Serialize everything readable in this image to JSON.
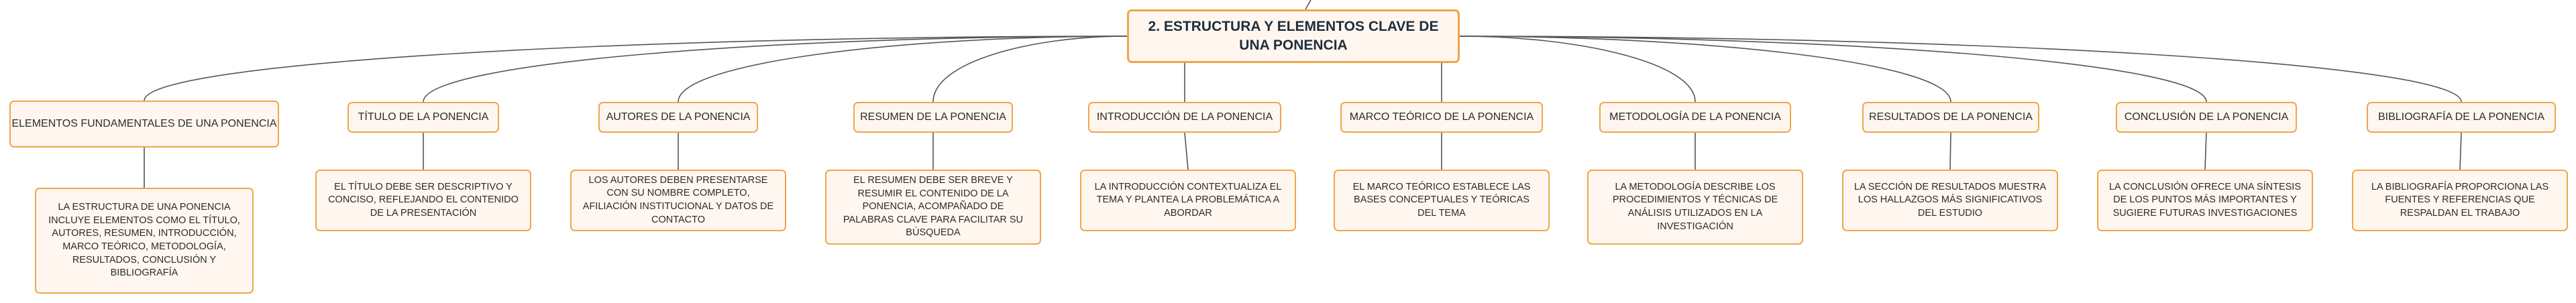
{
  "root": {
    "title": "2. ESTRUCTURA Y ELEMENTOS CLAVE DE UNA PONENCIA"
  },
  "colors": {
    "border": "#f0a54a",
    "fill": "#fff7ef",
    "line": "#555555"
  },
  "branches": [
    {
      "title": "ELEMENTOS FUNDAMENTALES DE UNA PONENCIA",
      "detail": "LA ESTRUCTURA DE UNA PONENCIA INCLUYE ELEMENTOS COMO EL TÍTULO, AUTORES, RESUMEN, INTRODUCCIÓN, MARCO TEÓRICO, METODOLOGÍA, RESULTADOS, CONCLUSIÓN Y BIBLIOGRAFÍA"
    },
    {
      "title": "TÍTULO DE LA PONENCIA",
      "detail": "EL TÍTULO DEBE SER DESCRIPTIVO Y CONCISO, REFLEJANDO EL CONTENIDO DE LA PRESENTACIÓN"
    },
    {
      "title": "AUTORES DE LA PONENCIA",
      "detail": "LOS AUTORES DEBEN PRESENTARSE CON SU NOMBRE COMPLETO, AFILIACIÓN INSTITUCIONAL Y DATOS DE CONTACTO"
    },
    {
      "title": "RESUMEN DE LA PONENCIA",
      "detail": "EL RESUMEN DEBE SER BREVE Y RESUMIR EL CONTENIDO DE LA PONENCIA, ACOMPAÑADO DE PALABRAS CLAVE PARA FACILITAR SU BÚSQUEDA"
    },
    {
      "title": "INTRODUCCIÓN DE LA PONENCIA",
      "detail": "LA INTRODUCCIÓN CONTEXTUALIZA EL TEMA Y PLANTEA LA PROBLEMÁTICA A ABORDAR"
    },
    {
      "title": "MARCO TEÓRICO DE LA PONENCIA",
      "detail": "EL MARCO TEÓRICO ESTABLECE LAS BASES CONCEPTUALES Y TEÓRICAS DEL TEMA"
    },
    {
      "title": "METODOLOGÍA DE LA PONENCIA",
      "detail": "LA METODOLOGÍA DESCRIBE LOS PROCEDIMIENTOS Y TÉCNICAS DE ANÁLISIS UTILIZADOS EN LA INVESTIGACIÓN"
    },
    {
      "title": "RESULTADOS DE LA PONENCIA",
      "detail": "LA SECCIÓN DE RESULTADOS MUESTRA LOS HALLAZGOS MÁS SIGNIFICATIVOS DEL ESTUDIO"
    },
    {
      "title": "CONCLUSIÓN DE LA PONENCIA",
      "detail": "LA CONCLUSIÓN OFRECE UNA SÍNTESIS DE LOS PUNTOS MÁS IMPORTANTES Y SUGIERE FUTURAS INVESTIGACIONES"
    },
    {
      "title": "BIBLIOGRAFÍA DE LA PONENCIA",
      "detail": "LA BIBLIOGRAFÍA PROPORCIONA LAS FUENTES Y REFERENCIAS QUE RESPALDAN EL TRABAJO"
    }
  ]
}
